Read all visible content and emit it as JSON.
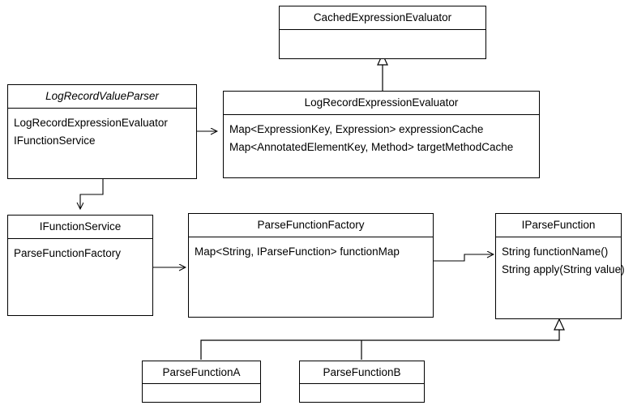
{
  "diagram": {
    "title": "UML Class Diagram",
    "background_color": "#ffffff",
    "line_color": "#000000",
    "text_color": "#000000"
  },
  "classes": [
    {
      "id": "cached-expression-evaluator",
      "name": "CachedExpressionEvaluator",
      "abstract": false,
      "attributes": []
    },
    {
      "id": "log-record-value-parser",
      "name": "LogRecordValueParser",
      "abstract": true,
      "attributes": [
        "LogRecordExpressionEvaluator",
        "IFunctionService"
      ]
    },
    {
      "id": "log-record-expression-evaluator",
      "name": "LogRecordExpressionEvaluator",
      "abstract": false,
      "attributes": [
        "Map<ExpressionKey, Expression> expressionCache",
        "Map<AnnotatedElementKey, Method> targetMethodCache"
      ]
    },
    {
      "id": "ifunction-service",
      "name": "IFunctionService",
      "abstract": false,
      "attributes": [
        "ParseFunctionFactory"
      ]
    },
    {
      "id": "parse-function-factory",
      "name": "ParseFunctionFactory",
      "abstract": false,
      "attributes": [
        "Map<String, IParseFunction> functionMap"
      ]
    },
    {
      "id": "iparse-function",
      "name": "IParseFunction",
      "abstract": false,
      "attributes": [
        "String functionName()",
        "String apply(String value)"
      ]
    },
    {
      "id": "parse-function-a",
      "name": "ParseFunctionA",
      "abstract": false,
      "attributes": []
    },
    {
      "id": "parse-function-b",
      "name": "ParseFunctionB",
      "abstract": false,
      "attributes": []
    }
  ],
  "relationships": [
    {
      "id": "rel-inheritance-cached",
      "from": "log-record-expression-evaluator",
      "to": "cached-expression-evaluator",
      "type": "inheritance"
    },
    {
      "id": "rel-assoc-parser-evaluator",
      "from": "log-record-value-parser",
      "to": "log-record-expression-evaluator",
      "type": "association"
    },
    {
      "id": "rel-assoc-parser-service",
      "from": "log-record-value-parser",
      "to": "ifunction-service",
      "type": "association"
    },
    {
      "id": "rel-assoc-service-factory",
      "from": "ifunction-service",
      "to": "parse-function-factory",
      "type": "association"
    },
    {
      "id": "rel-assoc-factory-iparse",
      "from": "parse-function-factory",
      "to": "iparse-function",
      "type": "association"
    },
    {
      "id": "rel-inheritance-a",
      "from": "parse-function-a",
      "to": "iparse-function",
      "type": "inheritance"
    },
    {
      "id": "rel-inheritance-b",
      "from": "parse-function-b",
      "to": "iparse-function",
      "type": "inheritance"
    }
  ]
}
